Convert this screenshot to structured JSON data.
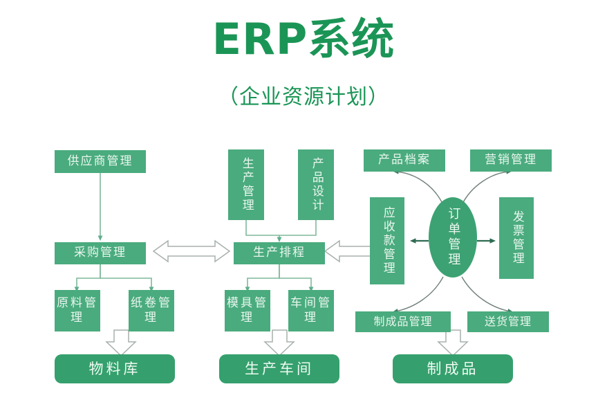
{
  "header": {
    "title": "ERP系统",
    "subtitle": "（企业资源计划）"
  },
  "colors": {
    "brand_green": "#1b9556",
    "node_fill": "#4aab7e",
    "store_fill": "#35a06d",
    "ellipse_fill": "#3da273",
    "node_text": "#eaf7ef",
    "wire": "#7fb89b",
    "block_arrow_stroke": "#9aa4a0",
    "block_arrow_fill": "#ffffff"
  },
  "nodes": {
    "supplier_mgmt": "供应商管理",
    "purchase_mgmt": "采购管理",
    "raw_material_mgmt": "原料管理",
    "paper_roll_mgmt": "纸卷管理",
    "material_warehouse": "物料库",
    "production_mgmt": "生产管理",
    "product_design": "产品设计",
    "production_schedule": "生产排程",
    "mold_mgmt": "模具管理",
    "workshop_mgmt": "车间管理",
    "production_workshop": "生产车间",
    "product_archive": "产品档案",
    "marketing_mgmt": "营销管理",
    "receivables_mgmt": "应收款管理",
    "order_mgmt": "订单管理",
    "invoice_mgmt": "发票管理",
    "finished_goods_mgmt": "制成品管理",
    "delivery_mgmt": "送货管理",
    "finished_goods": "制成品"
  },
  "connections": [
    {
      "from": "supplier_mgmt",
      "to": "purchase_mgmt",
      "style": "thin-arrow-down"
    },
    {
      "from": "purchase_mgmt",
      "to": "raw_material_mgmt",
      "style": "thin-arrow-branch"
    },
    {
      "from": "purchase_mgmt",
      "to": "paper_roll_mgmt",
      "style": "thin-arrow-branch"
    },
    {
      "from": "raw_material_mgmt+paper_roll_mgmt",
      "to": "material_warehouse",
      "style": "block-arrow-down"
    },
    {
      "from": "production_mgmt+product_design",
      "to": "production_schedule",
      "style": "thin-arrow-merge"
    },
    {
      "from": "production_schedule",
      "to": "mold_mgmt",
      "style": "thin-arrow-branch"
    },
    {
      "from": "production_schedule",
      "to": "workshop_mgmt",
      "style": "thin-arrow-branch"
    },
    {
      "from": "mold_mgmt+workshop_mgmt",
      "to": "production_workshop",
      "style": "block-arrow-down"
    },
    {
      "from": "purchase_mgmt",
      "to": "production_schedule",
      "style": "block-arrow-double"
    },
    {
      "from": "production_schedule",
      "to": "receivables_mgmt",
      "style": "block-arrow-double"
    },
    {
      "from": "order_mgmt",
      "to": "receivables_mgmt",
      "style": "solid-arrow-left"
    },
    {
      "from": "order_mgmt",
      "to": "invoice_mgmt",
      "style": "solid-arrow-right"
    },
    {
      "from": "order_mgmt",
      "to": "product_archive",
      "style": "curved-arrow-up-left"
    },
    {
      "from": "order_mgmt",
      "to": "marketing_mgmt",
      "style": "curved-arrow-up-right"
    },
    {
      "from": "order_mgmt",
      "to": "finished_goods_mgmt",
      "style": "curved-arrow-down-left"
    },
    {
      "from": "order_mgmt",
      "to": "delivery_mgmt",
      "style": "curved-arrow-down-right"
    },
    {
      "from": "finished_goods_mgmt+delivery_mgmt",
      "to": "finished_goods",
      "style": "block-arrow-down"
    }
  ]
}
